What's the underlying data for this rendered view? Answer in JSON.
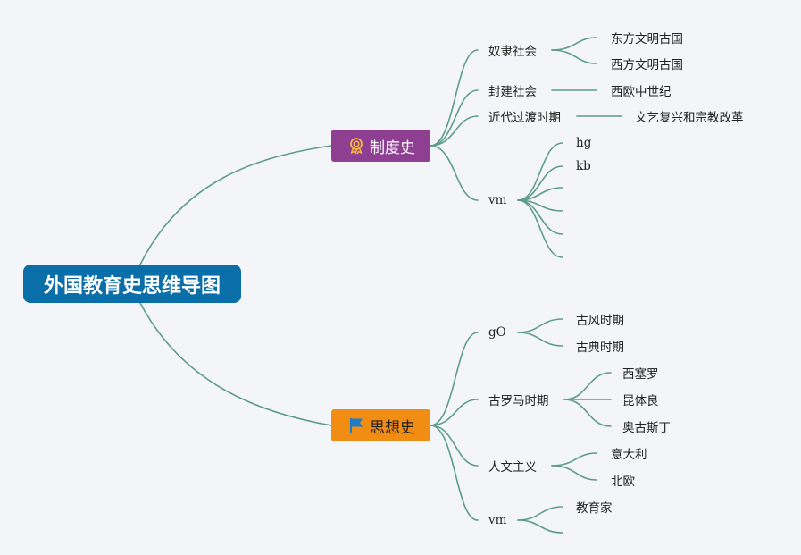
{
  "root": {
    "title": "外国教育史思维导图"
  },
  "branches": [
    {
      "label": "制度史",
      "icon": "award-ribbon-icon",
      "color": "#8f3f92",
      "children": [
        {
          "label": "奴隶社会",
          "children": [
            "东方文明古国",
            "西方文明古国"
          ]
        },
        {
          "label": "封建社会",
          "children": [
            "西欧中世纪"
          ]
        },
        {
          "label": "近代过渡时期",
          "children": [
            "文艺复兴和宗教改革"
          ]
        },
        {
          "label": "vm",
          "children": [
            "hg",
            "kb",
            "",
            "",
            "",
            ""
          ]
        }
      ]
    },
    {
      "label": "思想史",
      "icon": "flag-icon",
      "color": "#f18d12",
      "children": [
        {
          "label": "gO",
          "children": [
            "古风时期",
            "古典时期"
          ]
        },
        {
          "label": "古罗马时期",
          "children": [
            "西塞罗",
            "昆体良",
            "奥古斯丁"
          ]
        },
        {
          "label": "人文主义",
          "children": [
            "意大利",
            "北欧"
          ]
        },
        {
          "label": "vm",
          "children": [
            "教育家",
            ""
          ]
        }
      ]
    }
  ],
  "colors": {
    "root": "#0a6ea8",
    "line": "#5c9c8c",
    "background": "#f4f5f9"
  }
}
